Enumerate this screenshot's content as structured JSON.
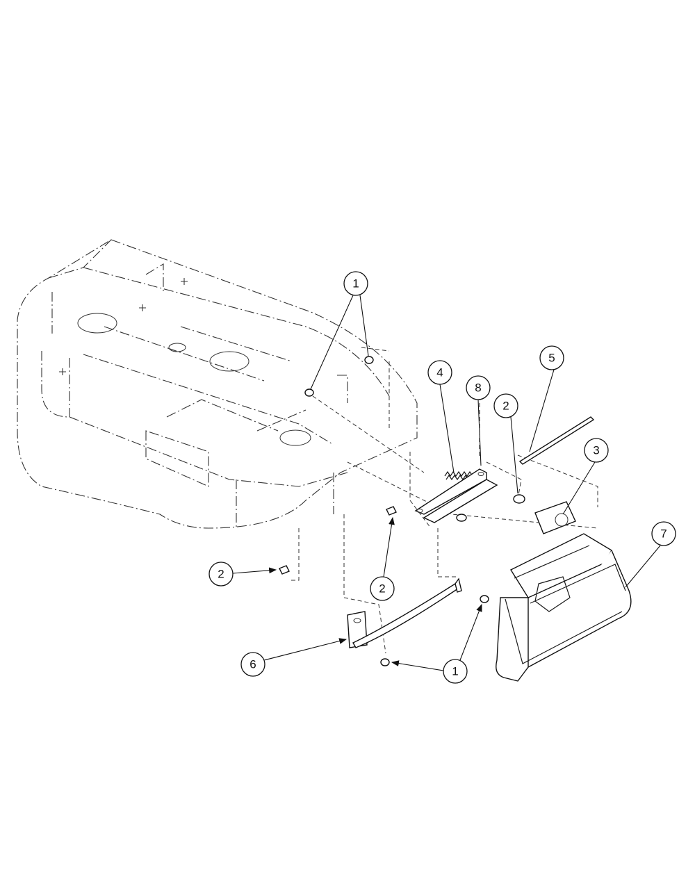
{
  "callouts": {
    "c1a": "1",
    "c1b": "1",
    "c2a": "2",
    "c2b": "2",
    "c2c": "2",
    "c3": "3",
    "c4": "4",
    "c5": "5",
    "c6": "6",
    "c7": "7",
    "c8": "8"
  }
}
